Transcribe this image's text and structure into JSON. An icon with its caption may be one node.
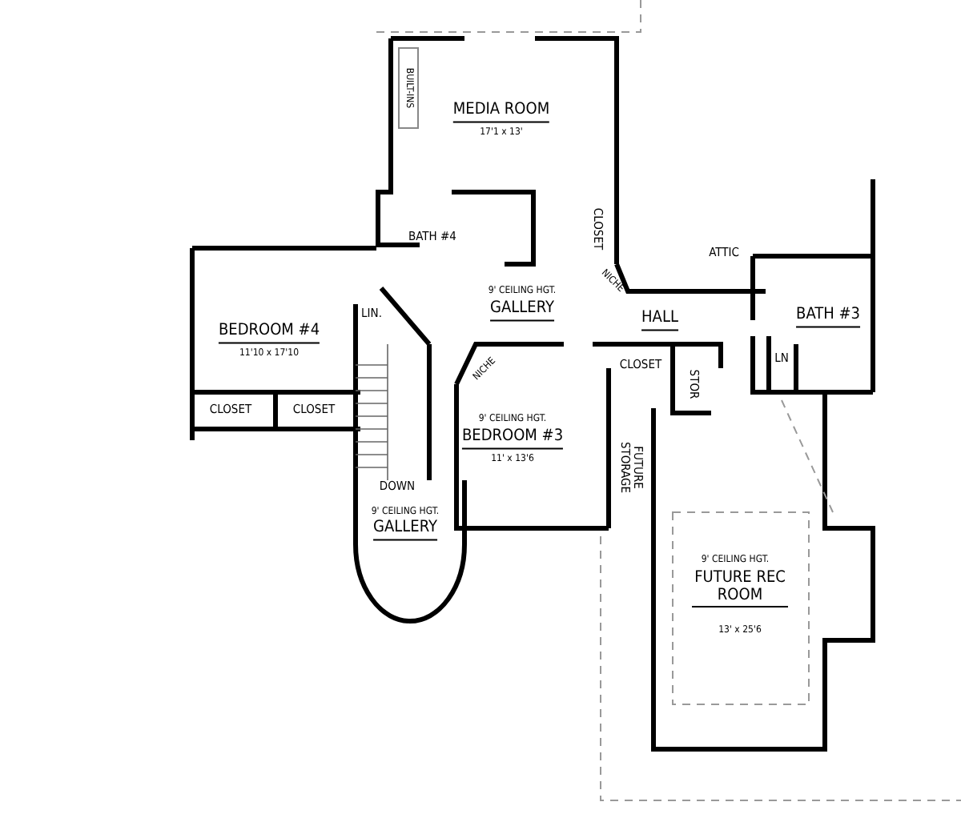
{
  "diagram": {
    "labels": [
      "BUILT-INS",
      "MEDIA ROOM",
      "17'1 x 13'",
      "CLOSET",
      "BATH #4",
      "ATTIC",
      "NICHE",
      "9' CEILING HGT.",
      "GALLERY",
      "BEDROOM #4",
      "11'10 x 17'10",
      "LIN.",
      "HALL",
      "BATH #3",
      "LN",
      "NICHE",
      "CLOSET",
      "STOR",
      "9' CEILING HGT.",
      "BEDROOM #3",
      "11' x 13'6",
      "FUTURE STORAGE",
      "CLOSET",
      "CLOSET",
      "DOWN",
      "9' CEILING HGT.",
      "GALLERY",
      "9' CEILING HGT.",
      "FUTURE REC ROOM",
      "13' x 25'6"
    ]
  }
}
